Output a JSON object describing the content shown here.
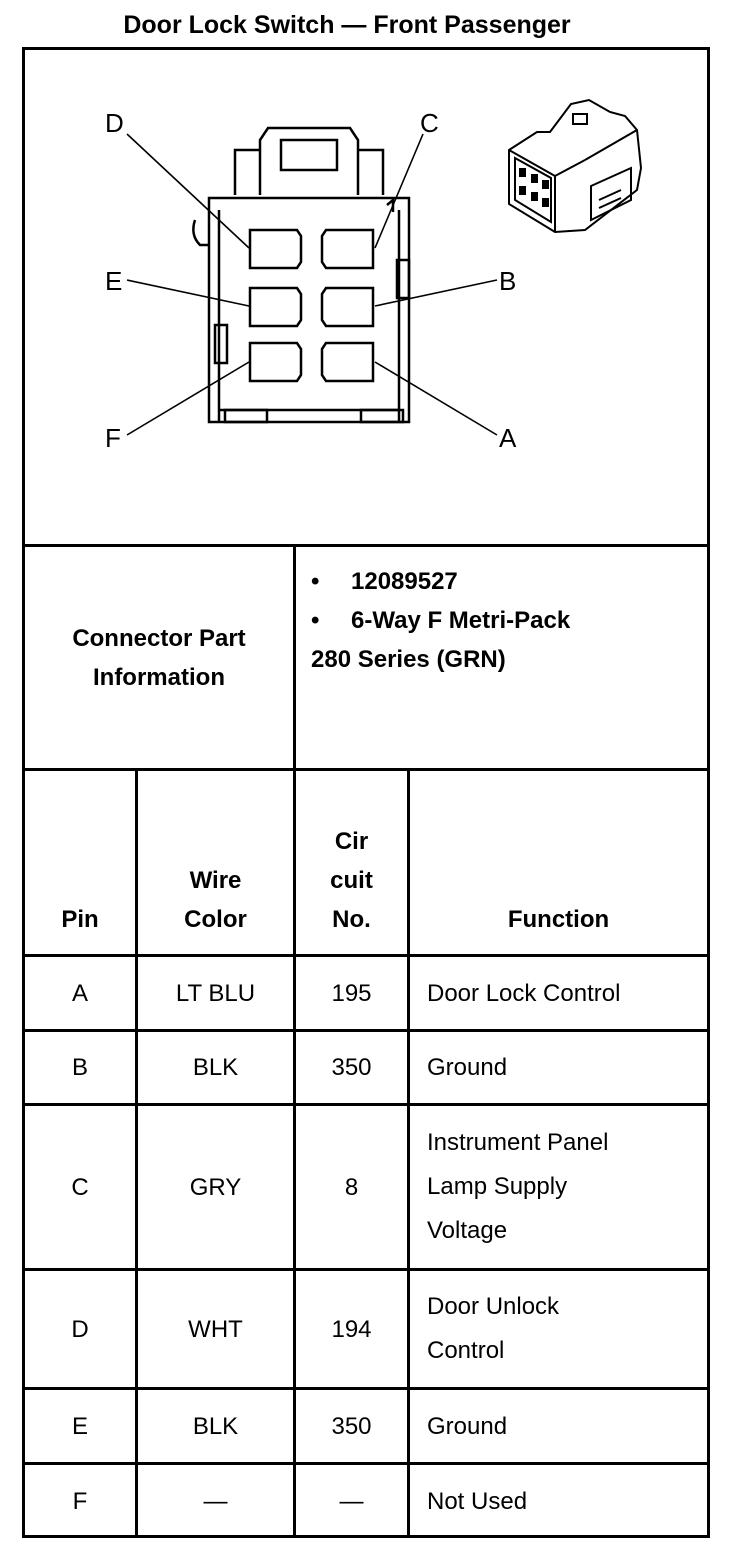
{
  "title": "Door Lock Switch — Front Passenger",
  "pin_labels": [
    "D",
    "C",
    "E",
    "B",
    "F",
    "A"
  ],
  "connector_info": {
    "label_line1": "Connector Part",
    "label_line2": "Information",
    "bullet_symbol": "•",
    "part_number": "12089527",
    "description_line1": "6-Way F Metri-Pack",
    "description_line2": "280 Series (GRN)"
  },
  "table": {
    "headers": {
      "pin": "Pin",
      "wire_color_line1": "Wire",
      "wire_color_line2": "Color",
      "circuit_line1": "Cir",
      "circuit_line2": "cuit",
      "circuit_line3": "No.",
      "function": "Function"
    },
    "rows": [
      {
        "pin": "A",
        "wire_color": "LT BLU",
        "circuit": "195",
        "function": [
          "Door Lock Control"
        ]
      },
      {
        "pin": "B",
        "wire_color": "BLK",
        "circuit": "350",
        "function": [
          "Ground"
        ]
      },
      {
        "pin": "C",
        "wire_color": "GRY",
        "circuit": "8",
        "function": [
          "Instrument Panel",
          "Lamp Supply",
          "Voltage"
        ]
      },
      {
        "pin": "D",
        "wire_color": "WHT",
        "circuit": "194",
        "function": [
          "Door Unlock",
          "Control"
        ]
      },
      {
        "pin": "E",
        "wire_color": "BLK",
        "circuit": "350",
        "function": [
          "Ground"
        ]
      },
      {
        "pin": "F",
        "wire_color": "—",
        "circuit": "—",
        "function": [
          "Not Used"
        ]
      }
    ]
  }
}
